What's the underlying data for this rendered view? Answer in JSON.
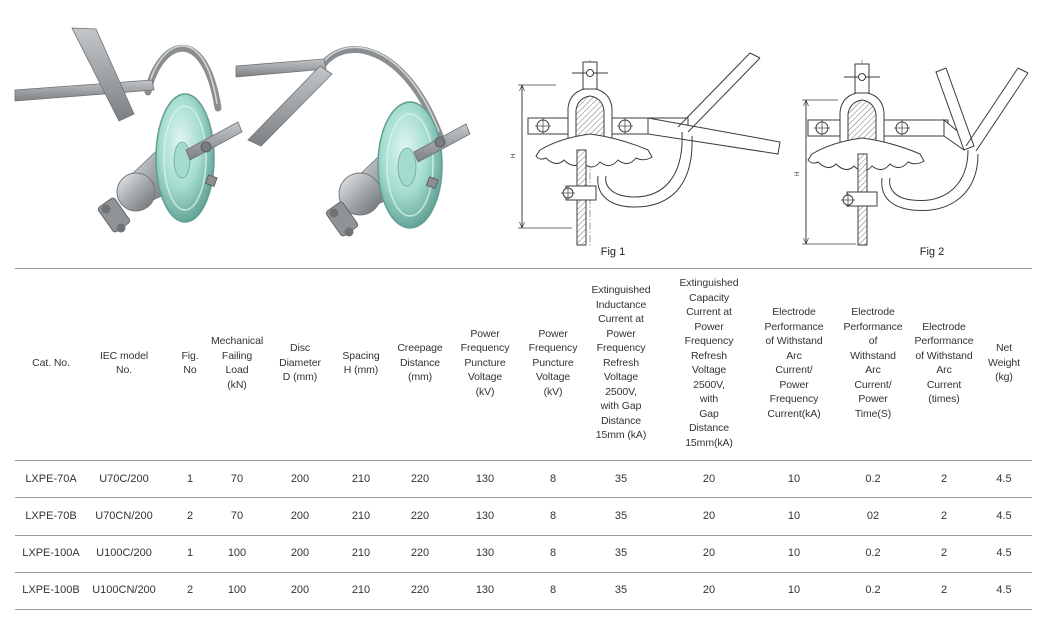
{
  "figures": {
    "fig1": {
      "label": "Fig 1",
      "dim_label": "H"
    },
    "fig2": {
      "label": "Fig 2",
      "dim_label": "H"
    }
  },
  "colors": {
    "glass": "#a3dccf",
    "glass_edge": "#5f9f92",
    "metal": "#a5a9ac",
    "rule": "#9a9a9a",
    "text": "#333333"
  },
  "table": {
    "headers": [
      "Cat. No.",
      "IEC model\nNo.",
      "Fig.\nNo",
      "Mechanical\nFailing\nLoad\n(kN)",
      "Disc\nDiameter\nD (mm)",
      "Spacing\nH (mm)",
      "Creepage\nDistance\n(mm)",
      "Power\nFrequency\nPuncture\nVoltage\n(kV)",
      "Power\nFrequency\nPuncture\nVoltage\n(kV)",
      "Extinguished\nInductance\nCurrent at\nPower\nFrequency\nRefresh\nVoltage\n2500V,\nwith Gap\nDistance\n15mm (kA)",
      "Extinguished\nCapacity\nCurrent at\nPower\nFrequency\nRefresh\nVoltage\n2500V,\nwith\nGap\nDistance\n15mm(kA)",
      "Electrode\nPerformance\nof Withstand\nArc\nCurrent/\nPower\nFrequency\nCurrent(kA)",
      "Electrode\nPerformance\nof\nWithstand\nArc\nCurrent/\nPower\nTime(S)",
      "Electrode\nPerformance\nof Withstand\nArc\nCurrent\n(times)",
      "Net\nWeight\n(kg)"
    ],
    "rows": [
      [
        "LXPE-70A",
        "U70C/200",
        "1",
        "70",
        "200",
        "210",
        "220",
        "130",
        "8",
        "35",
        "20",
        "10",
        "0.2",
        "2",
        "4.5"
      ],
      [
        "LXPE-70B",
        "U70CN/200",
        "2",
        "70",
        "200",
        "210",
        "220",
        "130",
        "8",
        "35",
        "20",
        "10",
        "02",
        "2",
        "4.5"
      ],
      [
        "LXPE-100A",
        "U100C/200",
        "1",
        "100",
        "200",
        "210",
        "220",
        "130",
        "8",
        "35",
        "20",
        "10",
        "0.2",
        "2",
        "4.5"
      ],
      [
        "LXPE-100B",
        "U100CN/200",
        "2",
        "100",
        "200",
        "210",
        "220",
        "130",
        "8",
        "35",
        "20",
        "10",
        "0.2",
        "2",
        "4.5"
      ]
    ]
  }
}
